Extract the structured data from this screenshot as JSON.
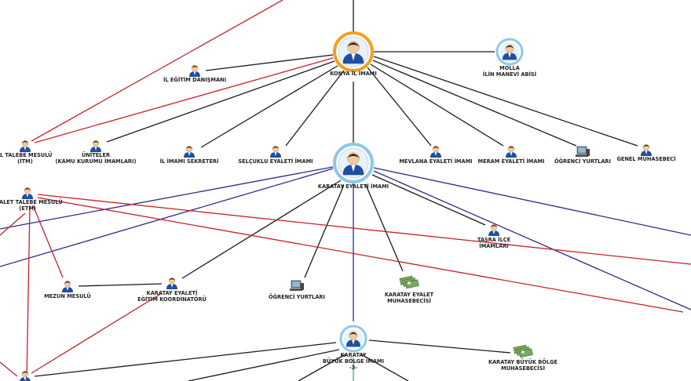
{
  "colors": {
    "black": "#1a1a1a",
    "red": "#c8202a",
    "blue": "#2a2a8c",
    "teal": "#4aa0a0",
    "person_blue": "#1f4fa0",
    "ring_orange": "#f0a020",
    "ring_blue": "#8cc8ec"
  },
  "nodes": [
    {
      "id": "konya",
      "lines": [
        "KONYA İL İMAMI"
      ],
      "icon": "person",
      "ring": "orange"
    },
    {
      "id": "molla",
      "lines": [
        "MOLLA",
        "İLİN MANEVİ ABİSİ"
      ],
      "icon": "person",
      "ring": "blue-small"
    },
    {
      "id": "il_egitim",
      "lines": [
        "İL EĞİTİM DANIŞMANI"
      ],
      "icon": "person"
    },
    {
      "id": "il_talebe",
      "lines": [
        "İL TALEBE MESULÜ",
        "(İTM)"
      ],
      "icon": "person"
    },
    {
      "id": "uniteler",
      "lines": [
        "ÜNİTELER",
        "(KAMU KURUMU İMAMLARI)"
      ],
      "icon": "person"
    },
    {
      "id": "il_imami_sek",
      "lines": [
        "İL İMAMI SEKRETERİ"
      ],
      "icon": "person"
    },
    {
      "id": "selcuklu",
      "lines": [
        "SELÇUKLU EYALETİ İMAMI"
      ],
      "icon": "person"
    },
    {
      "id": "mevlana",
      "lines": [
        "MEVLANA EYALETİ İMAMI"
      ],
      "icon": "person"
    },
    {
      "id": "meram",
      "lines": [
        "MERAM EYALETİ İMAMI"
      ],
      "icon": "person"
    },
    {
      "id": "ogrenci_top",
      "lines": [
        "ÖĞRENCİ YURTLARI"
      ],
      "icon": "computer"
    },
    {
      "id": "genel_muh",
      "lines": [
        "GENEL MUHASEBECİ"
      ],
      "icon": "person"
    },
    {
      "id": "karatay",
      "lines": [
        "KARATAY EYALETİ İMAMI"
      ],
      "icon": "person",
      "ring": "blue"
    },
    {
      "id": "eyalet_talebe",
      "lines": [
        "EYALET TALEBE MESULÜ",
        "(ETM)"
      ],
      "icon": "person"
    },
    {
      "id": "tasra",
      "lines": [
        "TAŞRA İLÇE",
        "İMAMLARI"
      ],
      "icon": "person"
    },
    {
      "id": "mezun",
      "lines": [
        "MEZUN MESULÜ"
      ],
      "icon": "person"
    },
    {
      "id": "karatay_egitim",
      "lines": [
        "KARATAY EYALETİ",
        "EĞİTİM KOORDİNATÖRÜ"
      ],
      "icon": "person"
    },
    {
      "id": "ogrenci_mid",
      "lines": [
        "ÖĞRENCİ YURTLARI"
      ],
      "icon": "computer"
    },
    {
      "id": "karatay_muh",
      "lines": [
        "KARATAY EYALET",
        "MUHASEBECİSİ"
      ],
      "icon": "money"
    },
    {
      "id": "karatay_buyuk",
      "lines": [
        "KARATAY",
        "BÜYÜK BÖLGE İMAMI",
        "-3-"
      ],
      "icon": "person",
      "ring": "blue-small"
    },
    {
      "id": "karatay_buyuk_muh",
      "lines": [
        "KARATAY BÜYÜK BÖLGE",
        "MUHASEBECİSİ"
      ],
      "icon": "money"
    },
    {
      "id": "bottom_left",
      "lines": [],
      "icon": "person"
    }
  ]
}
